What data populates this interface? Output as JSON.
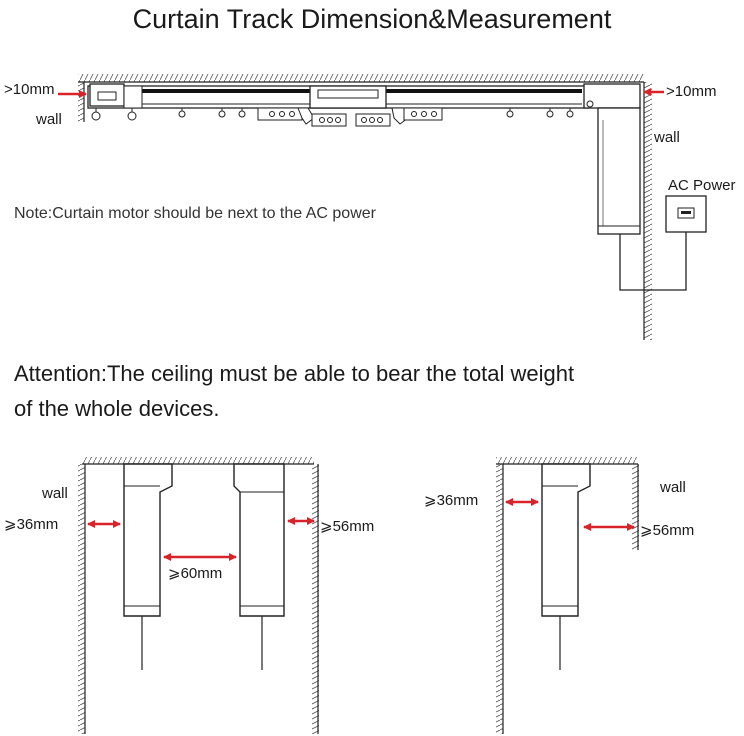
{
  "title": "Curtain Track Dimension&Measurement",
  "top_diagram": {
    "left_gap": ">10mm",
    "right_gap": ">10mm",
    "left_wall": "wall",
    "right_wall": "wall",
    "ac_power": "AC Power",
    "note": "Note:Curtain motor should be next to the AC power"
  },
  "attention": {
    "line1": "Attention:The ceiling must be able to bear the total weight",
    "line2": "of the whole devices."
  },
  "bottom_left": {
    "wall": "wall",
    "left_gap": "⩾36mm",
    "between_gap": "⩾60mm",
    "right_gap": "⩾56mm"
  },
  "bottom_right": {
    "wall": "wall",
    "left_gap": "⩾36mm",
    "right_gap": "⩾56mm"
  },
  "colors": {
    "arrow": "#d8232a",
    "line": "#222222"
  }
}
